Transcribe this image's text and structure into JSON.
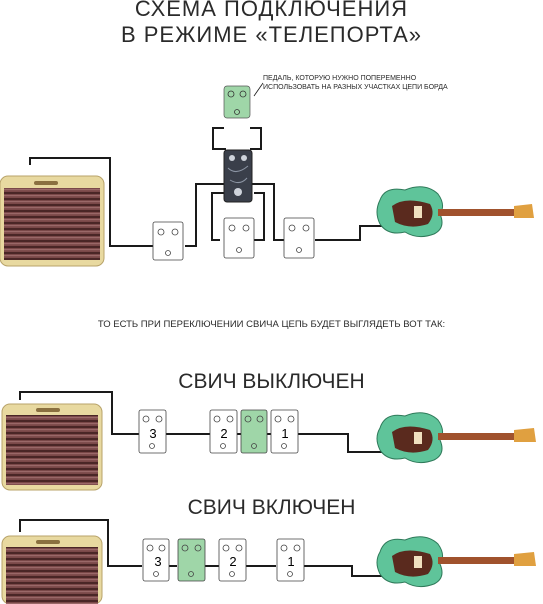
{
  "header": {
    "title_line1": "СХЕМА ПОДКЛЮЧЕНИЯ",
    "title_line2": "В РЕЖИМЕ «ТЕЛЕПОРТА»"
  },
  "annotation": {
    "line1": "ПЕДАЛЬ, КОТОРУЮ НУЖНО ПОПЕРЕМЕННО",
    "line2": "ИСПОЛЬЗОВАТЬ НА РАЗНЫХ УЧАСТКАХ ЦЕПИ БОРДА"
  },
  "explanation": "ТО ЕСТЬ ПРИ ПЕРЕКЛЮЧЕНИИ СВИЧА ЦЕПЬ БУДЕТ ВЫГЛЯДЕТЬ ВОТ ТАК:",
  "states": {
    "off_label": "СВИЧ ВЫКЛЮЧЕН",
    "on_label": "СВИЧ ВКЛЮЧЕН"
  },
  "pedal_numbers": {
    "off": [
      "3",
      "2",
      "1"
    ],
    "on": [
      "3",
      "2",
      "1"
    ]
  },
  "colors": {
    "pedal_green": "#9fd6a8",
    "guitar_body": "#5fc49a",
    "pickguard": "#5a2a1e",
    "amp_grille": "#6b3a3a",
    "amp_tolex": "#e8d9a0",
    "switch_body": "#3a3f4a",
    "cable": "#1a1a1a"
  }
}
